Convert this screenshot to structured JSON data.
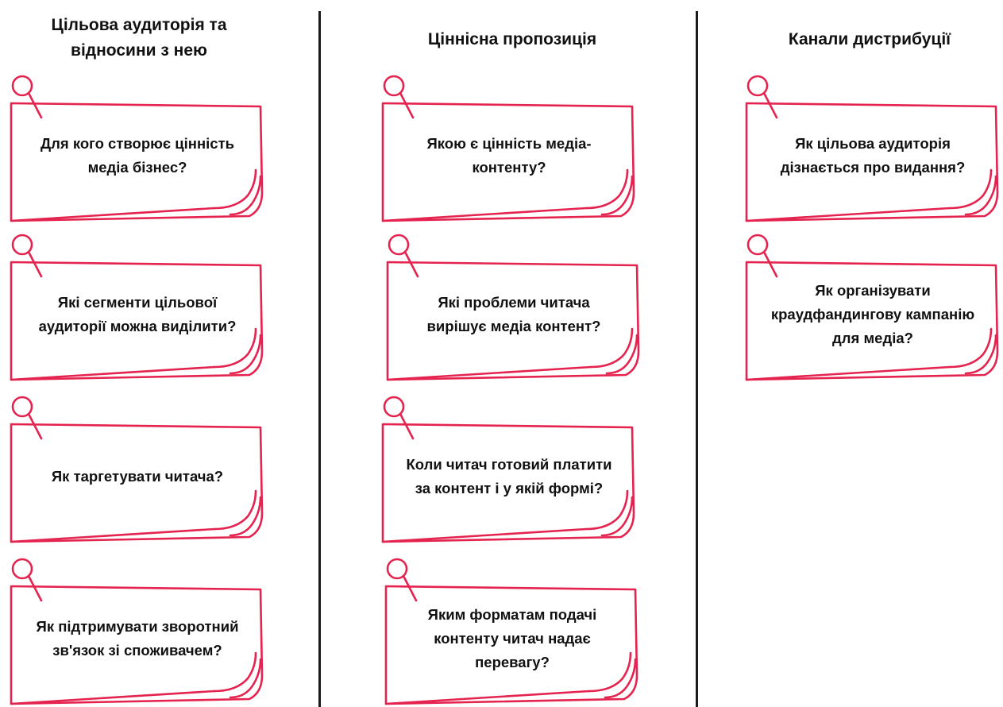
{
  "colors": {
    "accent": "#e5234f",
    "text": "#111111",
    "divider": "#1a1a1a"
  },
  "columns": [
    {
      "title": "Цільова аудиторія та відносини з нею",
      "cards": [
        {
          "icon": "pin-icon",
          "text": "Для кого створює цінність медіа бізнес?"
        },
        {
          "icon": "pin-icon",
          "text": "Які сегменти цільової аудиторії можна виділити?"
        },
        {
          "icon": "pin-icon",
          "text": "Як таргетувати читача?"
        },
        {
          "icon": "pin-icon",
          "text": "Як підтримувати зворотний зв'язок зі споживачем?"
        }
      ]
    },
    {
      "title": "Ціннісна пропозиція",
      "cards": [
        {
          "icon": "pin-icon",
          "text": "Якою є цінність медіа-контенту?"
        },
        {
          "icon": "pin-icon",
          "text": "Які проблеми читача вирішує медіа контент?"
        },
        {
          "icon": "pin-icon",
          "text": "Коли читач готовий платити за контент і у якій формі?"
        },
        {
          "icon": "pin-icon",
          "text": "Яким форматам подачі контенту читач надає перевагу?"
        }
      ]
    },
    {
      "title": "Канали дистрибуції",
      "cards": [
        {
          "icon": "pin-icon",
          "text": "Як цільова аудиторія дізнається про видання?"
        },
        {
          "icon": "pin-icon",
          "text": "Як організувати краудфандингову кампанію для медіа?"
        }
      ]
    }
  ]
}
